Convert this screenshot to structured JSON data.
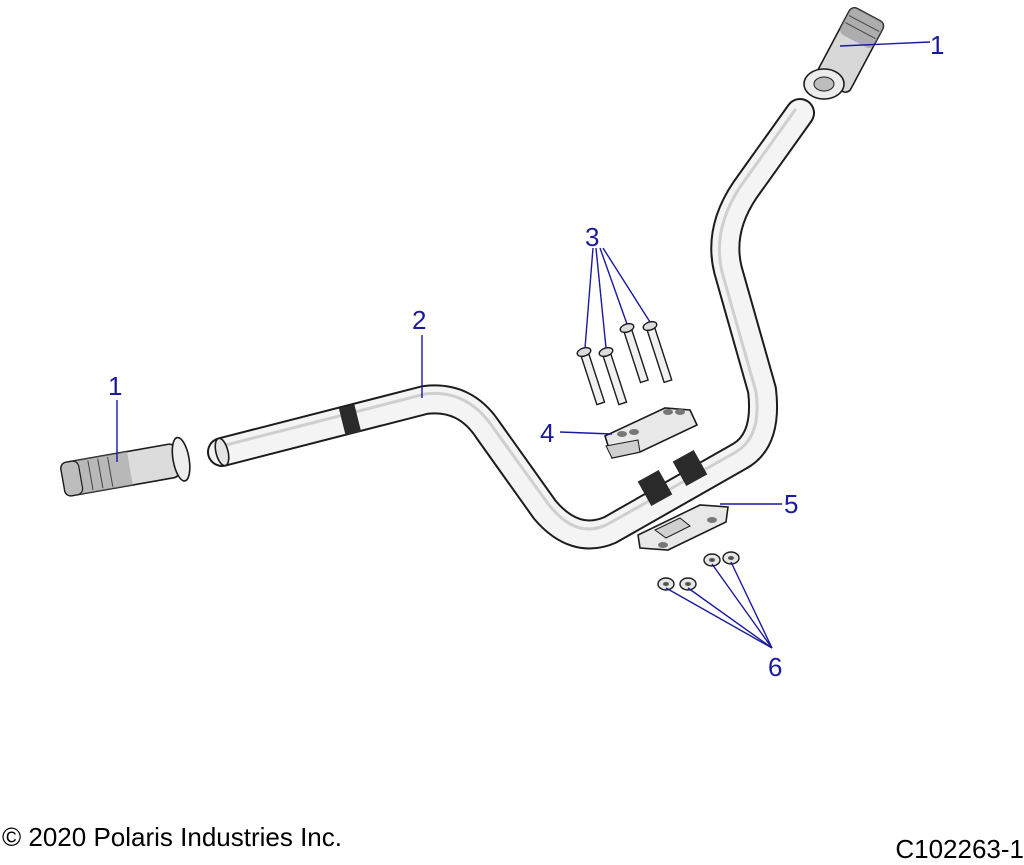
{
  "diagram": {
    "callouts": {
      "c1_right": "1",
      "c1_left": "1",
      "c2": "2",
      "c3": "3",
      "c4": "4",
      "c5": "5",
      "c6": "6"
    },
    "colors": {
      "callout": "#1a1a9c",
      "part_fill": "#f4f4f4",
      "part_outline": "#1c1c1c"
    }
  },
  "footer": {
    "copyright": "© 2020 Polaris Industries Inc.",
    "part_number": "C102263-1"
  }
}
